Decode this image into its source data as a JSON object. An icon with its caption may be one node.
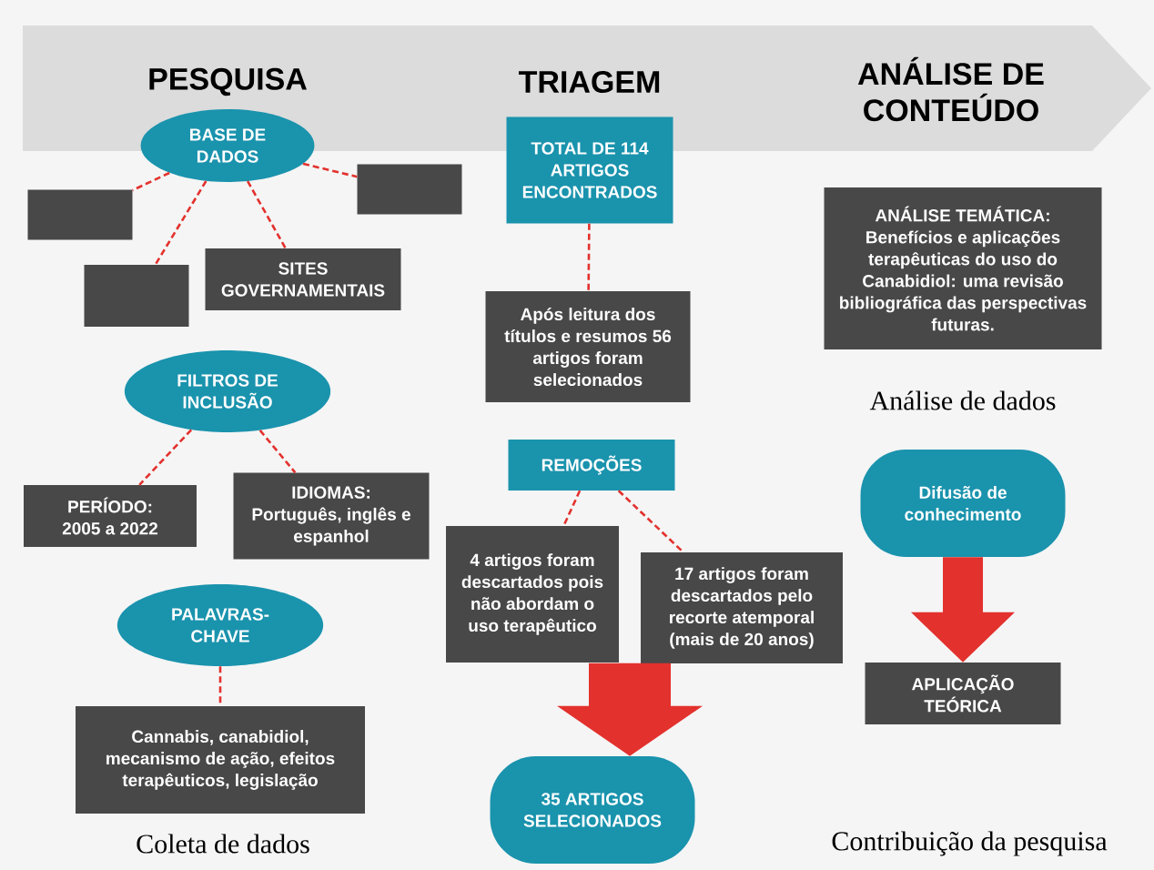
{
  "diagram": {
    "nodes": [
      {
        "text": [
          "BASE DE DADOS"
        ]
      },
      {
        "text": [],
        "shape": "box"
      },
      {
        "text": [],
        "shape": "box"
      },
      {
        "text": [],
        "shape": "box"
      },
      {
        "text": [
          "SITES GOVERNAMENTAIS"
        ]
      },
      {
        "text": [
          "FILTROS DE INCLUSÃO"
        ]
      },
      {
        "text": [
          "PERÍODO:",
          "2005 a 2022"
        ]
      },
      {
        "text": [
          "IDIOMAS:",
          "Português, inglês e espanhol"
        ]
      },
      {
        "text": [
          "PALAVRAS-CHAVE"
        ]
      },
      {
        "text": [
          "Cannabis, canabidiol, mecanismo de ação, efeitos terapêuticos, legislação"
        ]
      },
      {
        "text": [
          "TOTAL DE 114 ARTIGOS ENCONTRADOS"
        ]
      },
      {
        "text": [
          "Após leitura dos títulos e resumos 56 artigos foram selecionados"
        ]
      },
      {
        "text": [
          "REMOÇÕES"
        ]
      },
      {
        "text": [
          "4 artigos foram descartados pois não abordam o uso terapêutico"
        ]
      },
      {
        "text": [
          "17 artigos foram descartados pelo recorte atemporal (mais de 20 anos)"
        ]
      },
      {
        "text": [
          "35 ARTIGOS SELECIONADOS"
        ]
      },
      {
        "text": [
          "ANÁLISE TEMÁTICA:",
          "Benefícios e aplicações terapêuticas do uso do Canabidiol: uma revisão bibliográfica das perspectivas futuras."
        ]
      },
      {
        "text": [
          "Difusão de conhecimento"
        ]
      },
      {
        "text": [
          "APLICAÇÃO TEÓRICA"
        ]
      }
    ],
    "edges": [
      {
        "from": 0,
        "to": 1,
        "arrow": "none",
        "style": "dashed"
      },
      {
        "from": 0,
        "to": 2,
        "arrow": "none",
        "style": "dashed"
      },
      {
        "from": 0,
        "to": 3,
        "arrow": "none",
        "style": "dashed"
      },
      {
        "from": 0,
        "to": 4,
        "arrow": "none",
        "style": "dashed"
      },
      {
        "from": 5,
        "to": 6,
        "arrow": "none",
        "style": "dashed"
      },
      {
        "from": 5,
        "to": 7,
        "arrow": "none",
        "style": "dashed"
      },
      {
        "from": 8,
        "to": 9,
        "arrow": "none",
        "style": "dashed"
      },
      {
        "from": 10,
        "to": 11,
        "arrow": "none",
        "style": "dashed"
      },
      {
        "from": 12,
        "to": 13,
        "arrow": "none",
        "style": "dashed"
      },
      {
        "from": 12,
        "to": 14,
        "arrow": "none",
        "style": "dashed"
      },
      {
        "from": 13,
        "to": 15,
        "arrow": "to",
        "style": "thick"
      },
      {
        "from": 14,
        "to": 15,
        "arrow": "to",
        "style": "thick"
      },
      {
        "from": 17,
        "to": 18,
        "arrow": "to",
        "style": "thick"
      }
    ],
    "labels": [
      "PESQUISA",
      "TRIAGEM",
      "ANÁLISE DE CONTEÚDO",
      "Análise de dados",
      "Coleta de dados",
      "Contribuição da pesquisa"
    ]
  }
}
